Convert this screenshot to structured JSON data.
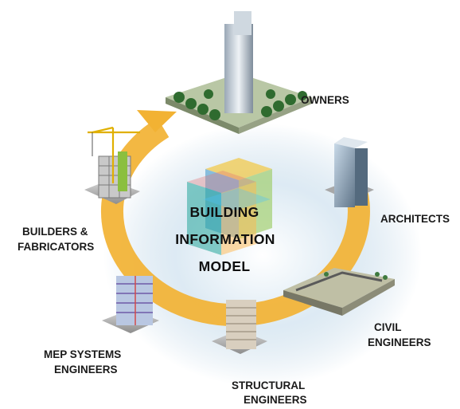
{
  "center": {
    "line1": "BUILDING",
    "line2": "INFORMATION",
    "line3": "MODEL"
  },
  "stakeholders": {
    "owners": "OWNERS",
    "architects": "ARCHITECTS",
    "civil_line1": "CIVIL",
    "civil_line2": "ENGINEERS",
    "structural_line1": "STRUCTURAL",
    "structural_line2": "ENGINEERS",
    "mep_line1": "MEP SYSTEMS",
    "mep_line2": "ENGINEERS",
    "builders_line1": "BUILDERS &",
    "builders_line2": "FABRICATORS"
  },
  "colors": {
    "cycle_arrow": "#f2b233",
    "halo": "#d6e6f1",
    "label_text": "#1a1a1a"
  }
}
